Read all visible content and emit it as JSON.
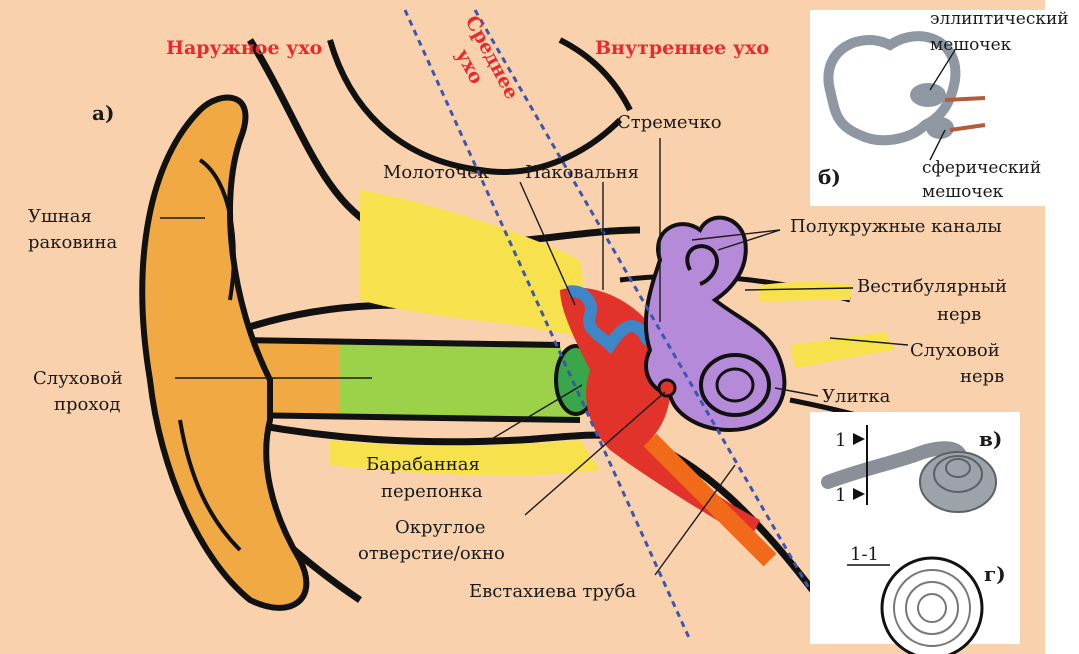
{
  "colors": {
    "background": "#f9d2ad",
    "section_title": "#e8292f",
    "ear_orange": "#f0a943",
    "canal_green": "#9bd24a",
    "canal_yellow": "#f7e24e",
    "middle_red": "#e1332a",
    "ossicle_blue": "#3d86c8",
    "inner_purple": "#b58ad9",
    "divider_blue": "#3d56b0"
  },
  "sections": {
    "outer": "Наружное ухо",
    "middle_line1": "Среднее",
    "middle_line2": "ухо",
    "inner": "Внутреннее ухо"
  },
  "panels": {
    "a": "а)",
    "b": "б)",
    "v": "в)",
    "g": "г)"
  },
  "labels": {
    "pinna_line1": "Ушная",
    "pinna_line2": "раковина",
    "canal_line1": "Слуховой",
    "canal_line2": "проход",
    "malleus": "Молоточек",
    "incus": "Наковальня",
    "stapes": "Стремечко",
    "semicircular": "Полукружные каналы",
    "vestibular_line1": "Вестибулярный",
    "vestibular_line2": "нерв",
    "auditory_line1": "Слуховой",
    "auditory_line2": "нерв",
    "cochlea": "Улитка",
    "eardrum_line1": "Барабанная",
    "eardrum_line2": "перепонка",
    "round_line1": "Округлое",
    "round_line2": "отверстие/окно",
    "eustachian": "Евстахиева труба",
    "utricle_line1": "эллиптический",
    "utricle_line2": "мешочек",
    "saccule_line1": "сферический",
    "saccule_line2": "мешочек",
    "section_mark": "1",
    "section_mark2": "1",
    "section_title": "1-1"
  }
}
